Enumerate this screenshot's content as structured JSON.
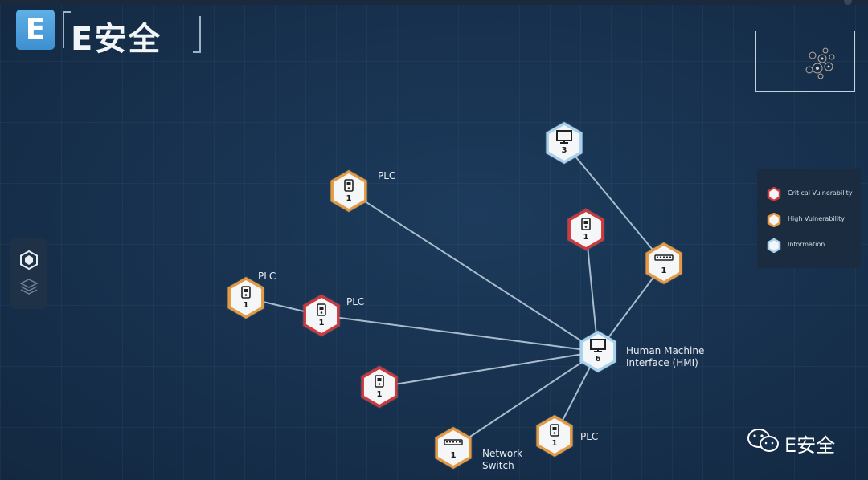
{
  "brand": {
    "logo_letter": "E",
    "logo_text": "E安全",
    "watermark_text": "E安全"
  },
  "colors": {
    "critical": "#cc3a3e",
    "high": "#e39a43",
    "information": "#a8d2ec",
    "edge": "#a9bccd"
  },
  "toolbar": {
    "tools": [
      {
        "icon": "hexagon-outline-icon",
        "active": true
      },
      {
        "icon": "stacked-layers-icon",
        "active": false
      }
    ]
  },
  "legend": {
    "items": [
      {
        "label": "Critical Vulnerability",
        "severity": "critical"
      },
      {
        "label": "High Vulnerability",
        "severity": "high"
      },
      {
        "label": "Information",
        "severity": "information"
      }
    ]
  },
  "nodes": [
    {
      "id": "hmi-top",
      "type": "monitor",
      "severity": "information",
      "count": "3",
      "label": ""
    },
    {
      "id": "plc-a",
      "type": "plc",
      "severity": "high",
      "count": "1",
      "label": "PLC"
    },
    {
      "id": "plc-critical-right",
      "type": "plc",
      "severity": "critical",
      "count": "1",
      "label": ""
    },
    {
      "id": "switch-right",
      "type": "switch",
      "severity": "high",
      "count": "1",
      "label": ""
    },
    {
      "id": "plc-left-outer",
      "type": "plc",
      "severity": "high",
      "count": "1",
      "label": "PLC"
    },
    {
      "id": "plc-left-critical",
      "type": "plc",
      "severity": "critical",
      "count": "1",
      "label": "PLC"
    },
    {
      "id": "hmi-main",
      "type": "monitor",
      "severity": "information",
      "count": "6",
      "label": "Human Machine Interface (HMI)"
    },
    {
      "id": "plc-bottom-critical",
      "type": "plc",
      "severity": "critical",
      "count": "1",
      "label": ""
    },
    {
      "id": "network-switch",
      "type": "switch",
      "severity": "high",
      "count": "1",
      "label": "Network Switch"
    },
    {
      "id": "plc-bottom",
      "type": "plc",
      "severity": "high",
      "count": "1",
      "label": "PLC"
    }
  ],
  "edges": [
    [
      "hmi-top",
      "switch-right"
    ],
    [
      "switch-right",
      "hmi-main"
    ],
    [
      "plc-a",
      "hmi-main"
    ],
    [
      "plc-critical-right",
      "hmi-main"
    ],
    [
      "plc-left-outer",
      "plc-left-critical"
    ],
    [
      "plc-left-critical",
      "hmi-main"
    ],
    [
      "plc-bottom-critical",
      "hmi-main"
    ],
    [
      "network-switch",
      "hmi-main"
    ],
    [
      "plc-bottom",
      "hmi-main"
    ]
  ]
}
